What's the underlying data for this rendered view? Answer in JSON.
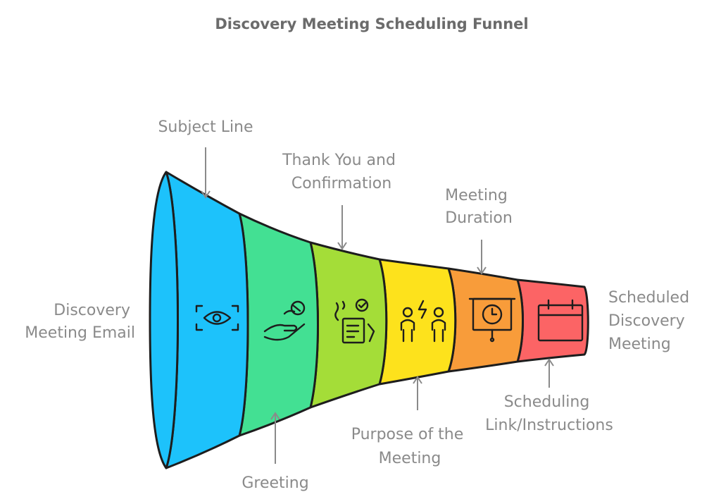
{
  "title": "Discovery Meeting Scheduling Funnel",
  "entry_label": [
    "Discovery",
    "Meeting Email"
  ],
  "exit_label": [
    "Scheduled",
    "Discovery",
    "Meeting"
  ],
  "stages": [
    {
      "label": [
        "Subject Line"
      ],
      "color": "#1dc2fb",
      "icon": "eye-icon"
    },
    {
      "label": [
        "Greeting"
      ],
      "color": "#43e093",
      "icon": "hand-giving-icon"
    },
    {
      "label": [
        "Thank You and",
        "Confirmation"
      ],
      "color": "#a4dd38",
      "icon": "checklist-icon"
    },
    {
      "label": [
        "Purpose of the",
        "Meeting"
      ],
      "color": "#fde21c",
      "icon": "people-exchange-icon"
    },
    {
      "label": [
        "Meeting",
        "Duration"
      ],
      "color": "#f89c3a",
      "icon": "presentation-clock-icon"
    },
    {
      "label": [
        "Scheduling",
        "Link/Instructions"
      ],
      "color": "#fc6465",
      "icon": "calendar-icon"
    }
  ]
}
